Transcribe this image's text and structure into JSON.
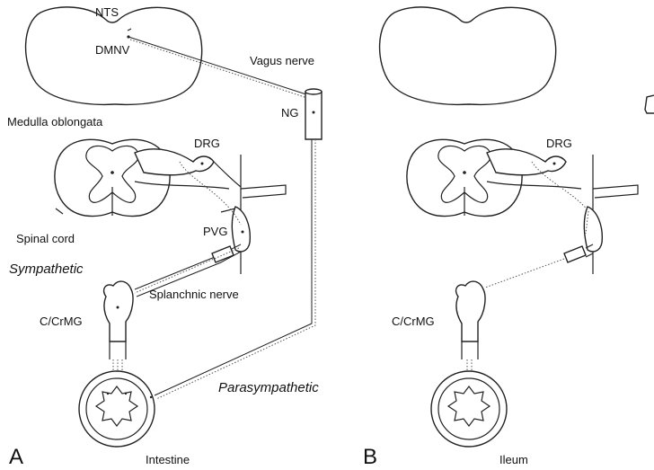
{
  "panel_a": {
    "letter": "A",
    "labels": {
      "nts": "NTS",
      "dmnv": "DMNV",
      "vagus_nerve": "Vagus nerve",
      "ng": "NG",
      "medulla": "Medulla oblongata",
      "drg": "DRG",
      "pvg": "PVG",
      "spinal_cord": "Spinal cord",
      "sympathetic": "Sympathetic",
      "splanchnic_nerve": "Splanchnic nerve",
      "ccrmg": "C/CrMG",
      "parasympathetic": "Parasympathetic",
      "intestine": "Intestine"
    }
  },
  "panel_b": {
    "letter": "B",
    "labels": {
      "drg": "DRG",
      "ccrmg": "C/CrMG",
      "ileum": "Ileum"
    }
  }
}
